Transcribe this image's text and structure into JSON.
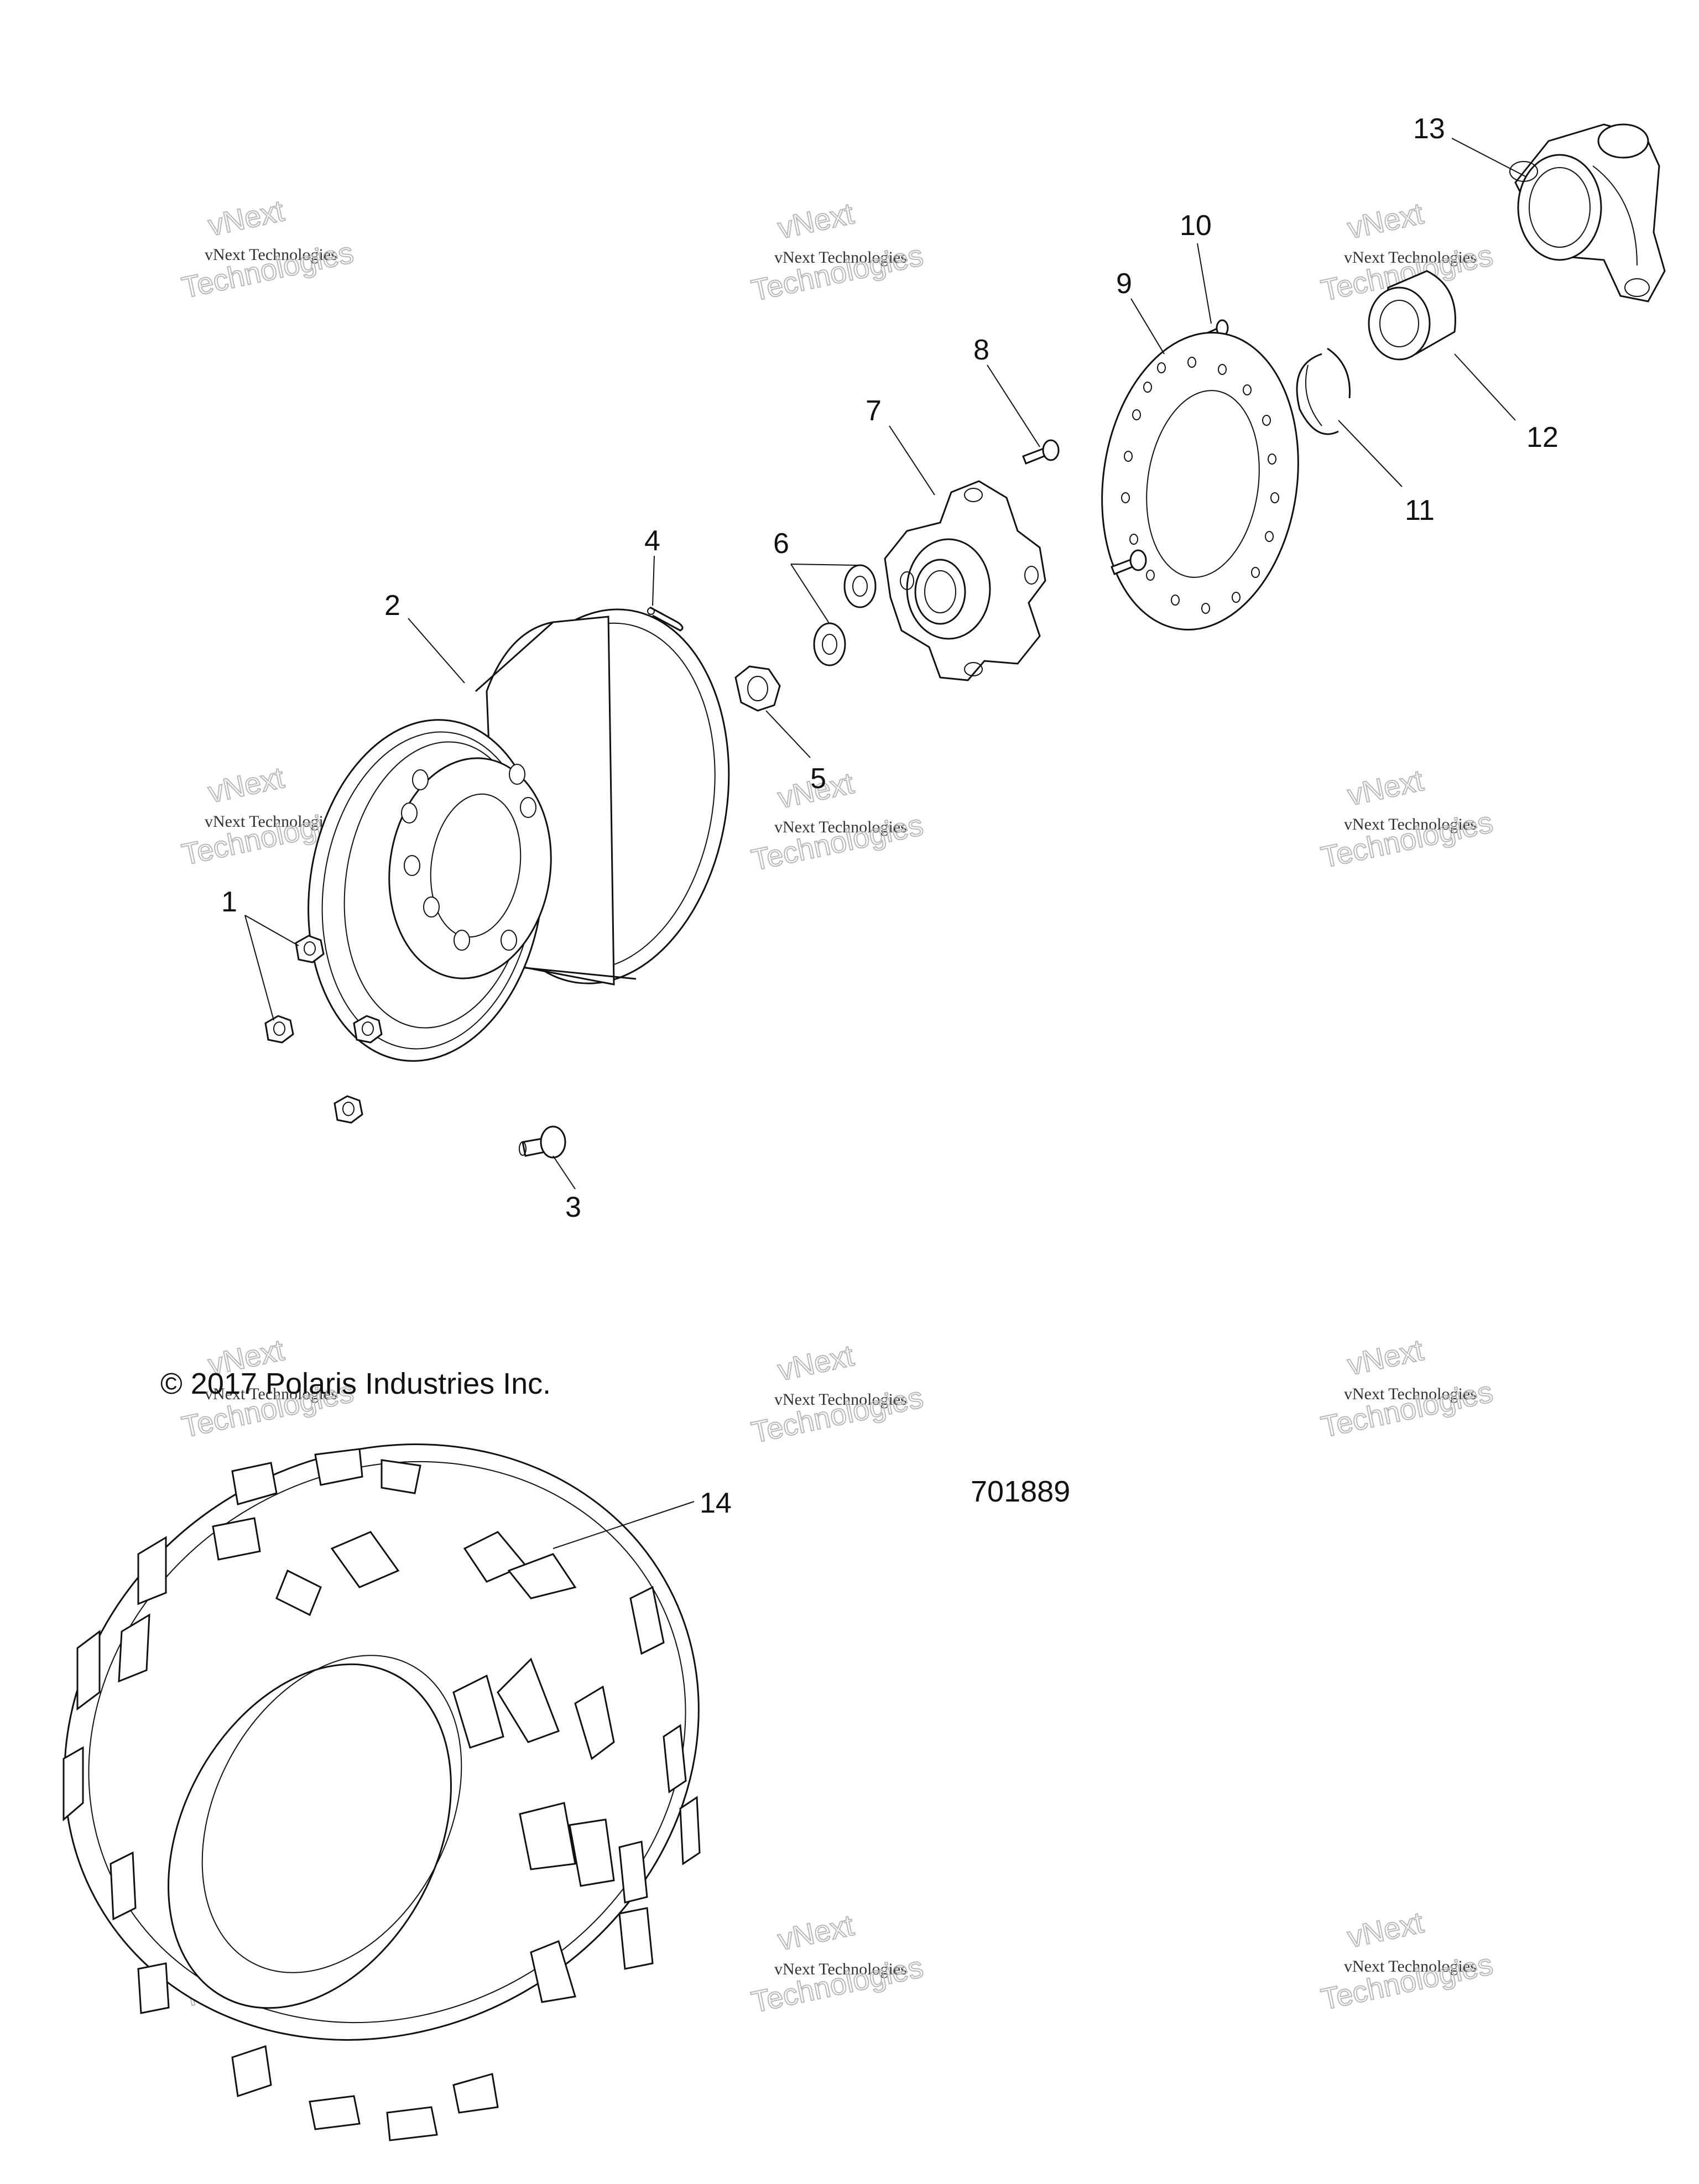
{
  "callouts": [
    "1",
    "2",
    "3",
    "4",
    "5",
    "6",
    "7",
    "8",
    "9",
    "10",
    "11",
    "12",
    "13",
    "14"
  ],
  "copyright": "© 2017 Polaris Industries Inc.",
  "figure_number": "701889",
  "watermark": {
    "line1": "vNext Technologies",
    "line2": "vNext",
    "line3": "Technologies"
  }
}
